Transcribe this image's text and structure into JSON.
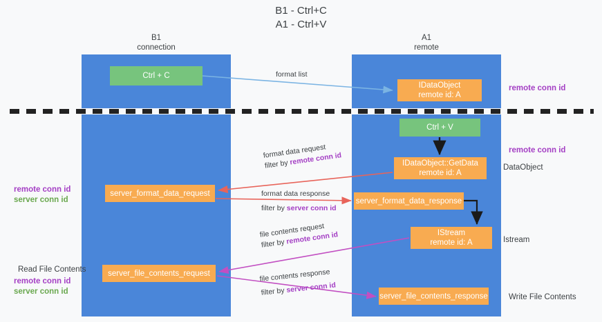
{
  "title": {
    "line1": "B1 - Ctrl+C",
    "line2": "A1 - Ctrl+V"
  },
  "lanes": [
    {
      "id": "B1",
      "name": "B1",
      "role": "connection"
    },
    {
      "id": "A1",
      "name": "A1",
      "role": "remote"
    }
  ],
  "boxes": {
    "ctrl_c": {
      "line1": "Ctrl + C",
      "color": "#77c47d"
    },
    "idataobject": {
      "line1": "IDataObject",
      "line2": "remote id: A",
      "color": "#f8ab51"
    },
    "ctrl_v": {
      "line1": "Ctrl + V",
      "color": "#77c47d"
    },
    "getdata": {
      "line1": "IDataObject::GetData",
      "line2": "remote id: A",
      "color": "#f8ab51"
    },
    "server_format_data_request": {
      "line1": "server_format_data_request",
      "color": "#f8ab51"
    },
    "server_format_data_response": {
      "line1": "server_format_data_response",
      "color": "#f8ab51"
    },
    "istream": {
      "line1": "IStream",
      "line2": "remote id: A",
      "color": "#f8ab51"
    },
    "server_file_contents_request": {
      "line1": "server_file_contents_request",
      "color": "#f8ab51"
    },
    "server_file_contents_response": {
      "line1": "server_file_contents_response",
      "color": "#f8ab51"
    }
  },
  "arrow_labels": {
    "format_list": {
      "text": "format list"
    },
    "format_data_request": {
      "text": "format data request",
      "filter_prefix": "filter by ",
      "filter_key": "remote conn id"
    },
    "format_data_response": {
      "text": "format data response",
      "filter_prefix": "filter by ",
      "filter_key": "server conn id"
    },
    "file_contents_request": {
      "text": "file contents request",
      "filter_prefix": "filter by ",
      "filter_key": "remote conn id"
    },
    "file_contents_response": {
      "text": "file contents response",
      "filter_prefix": "filter by ",
      "filter_key": "server conn id"
    }
  },
  "annotations": {
    "remote_conn_id_top": "remote conn id",
    "remote_conn_id_mid": "remote conn id",
    "dataobject": "DataObject",
    "istream": "Istream",
    "write_file_contents": "Write File Contents",
    "read_file_contents": "Read File Contents",
    "remote_conn_id_left_mid": "remote conn id",
    "server_conn_id_left_mid": "server conn id",
    "remote_conn_id_left_bot": "remote conn id",
    "server_conn_id_left_bot": "server conn id"
  },
  "colors": {
    "lane": "#4a86d9",
    "green_box": "#77c47d",
    "orange_box": "#f8ab51",
    "purple_text": "#a43fc4",
    "green_text": "#6aa84f",
    "arrow_blue": "#7bb4e3",
    "arrow_red": "#e8645a",
    "arrow_magenta": "#c24fc2",
    "arrow_black": "#1a1a1a",
    "background": "#f8f9fa"
  }
}
